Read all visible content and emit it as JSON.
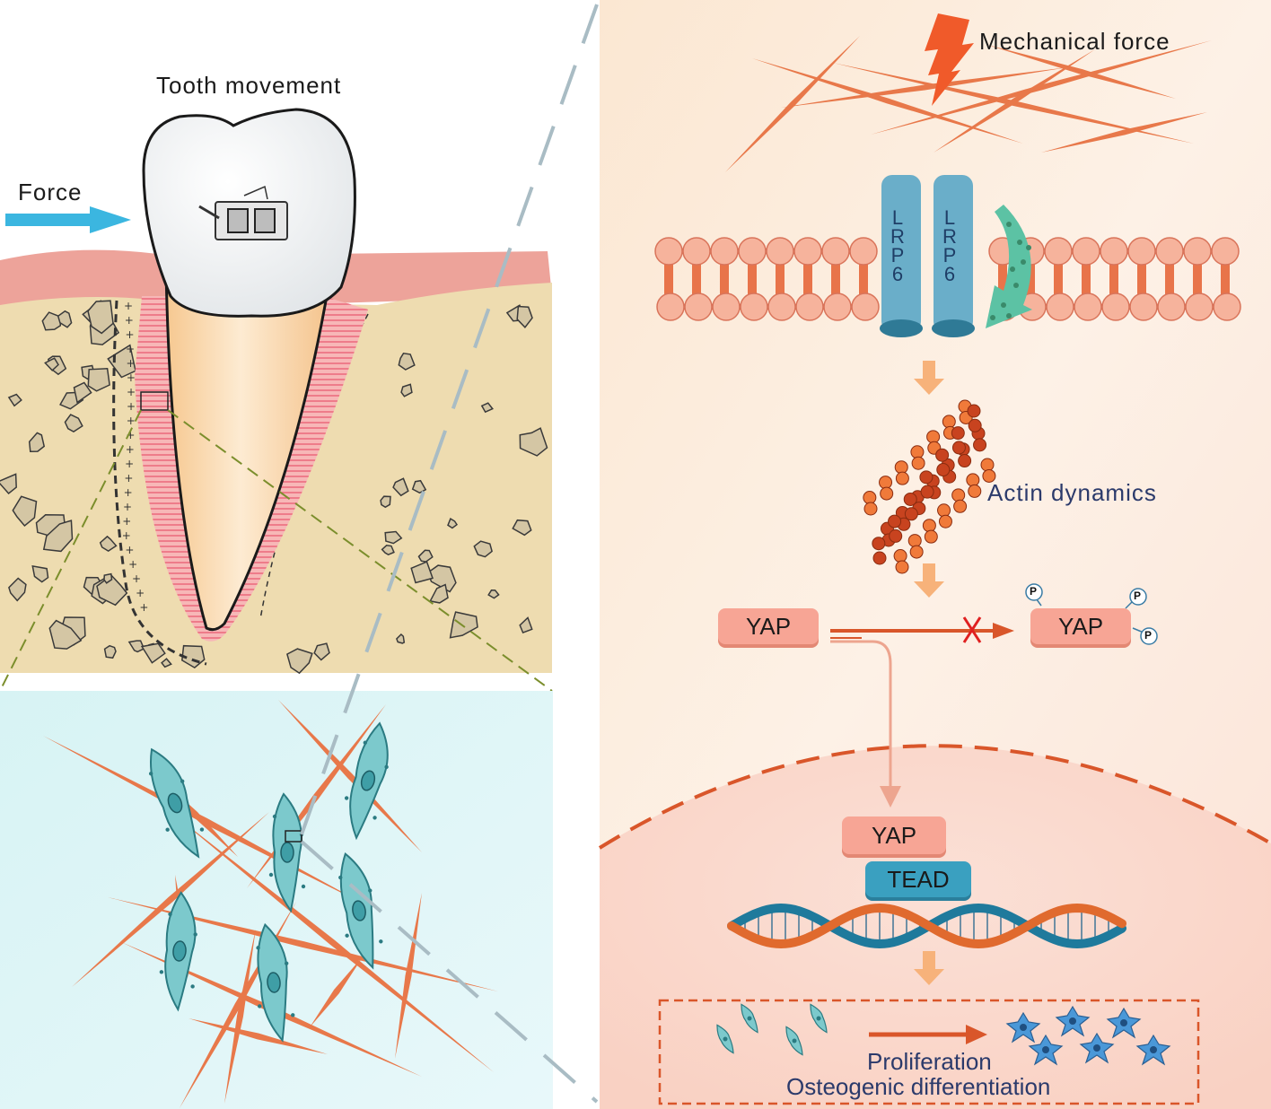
{
  "labels": {
    "tooth_movement": "Tooth movement",
    "force": "Force",
    "mechanical_force": "Mechanical force",
    "lrp6_a": "LRP6",
    "lrp6_b": "LRP6",
    "actin_dynamics": "Actin dynamics",
    "yap_cytoplasm": "YAP",
    "yap_phospho": "YAP",
    "phospho_mark": "P",
    "yap_nucleus": "YAP",
    "tead": "TEAD",
    "proliferation": "Proliferation",
    "osteogenic_differentiation": "Osteogenic differentiation"
  },
  "colors": {
    "force_arrow": "#3bb6e0",
    "membrane": "#f6b39c",
    "lrp6": "#6aaec9",
    "fiber": "#e8784a",
    "yap_box": "#f7a595",
    "tead_box": "#3aa0c0",
    "inhibition_mark": "#e02020",
    "dna_strand_a": "#e06a2e",
    "dna_strand_b": "#1f7a9c"
  }
}
